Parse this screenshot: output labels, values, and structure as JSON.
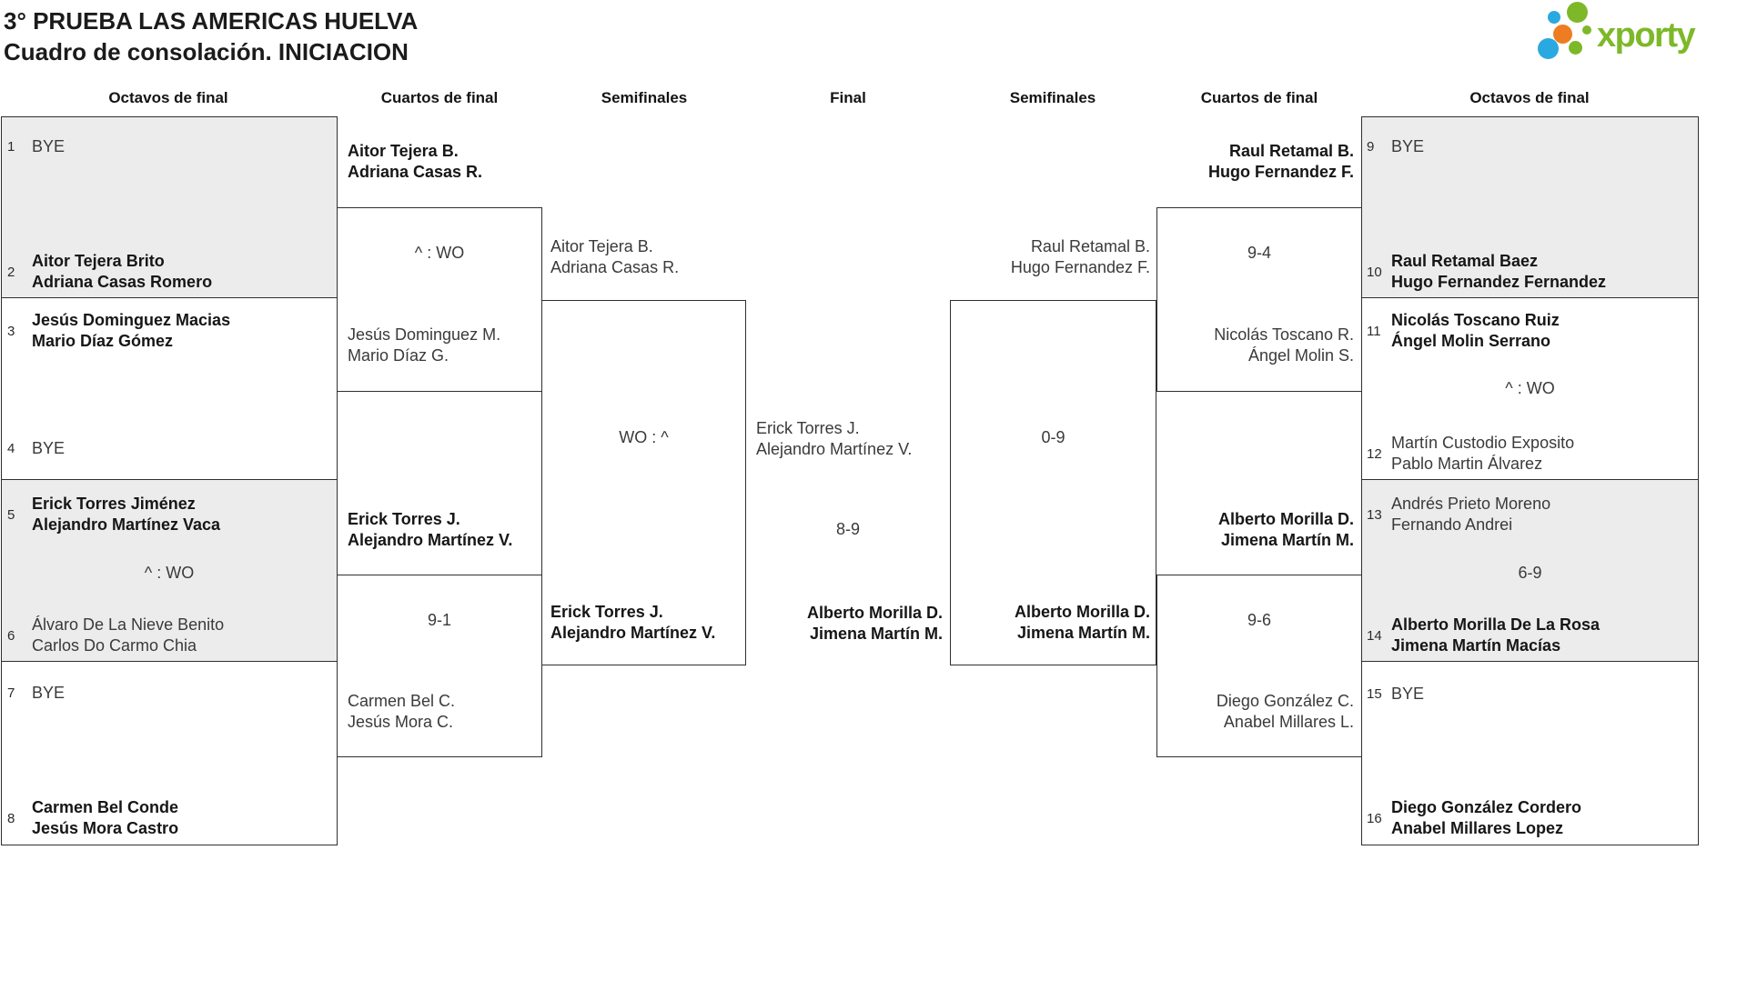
{
  "title": {
    "line1": "3° PRUEBA LAS AMERICAS HUELVA",
    "line2": "Cuadro de consolación. INICIACION"
  },
  "logo": {
    "text": "xporty"
  },
  "colors": {
    "brand_green": "#7db829",
    "brand_blue": "#2aa9e0",
    "brand_orange": "#ee7d21",
    "shaded_box": "#ececec",
    "line": "#2f2f2f"
  },
  "round_headers": [
    "Octavos de final",
    "Cuartos de final",
    "Semifinales",
    "Final",
    "Semifinales",
    "Cuartos de final",
    "Octavos de final"
  ],
  "octavos_left": [
    {
      "a": {
        "seed": "1",
        "line1": "BYE",
        "line2": "",
        "bold": false
      },
      "score": "",
      "b": {
        "seed": "2",
        "line1": "Aitor Tejera Brito",
        "line2": "Adriana Casas Romero",
        "bold": true
      }
    },
    {
      "a": {
        "seed": "3",
        "line1": "Jesús Dominguez Macias",
        "line2": "Mario Díaz Gómez",
        "bold": true
      },
      "score": "",
      "b": {
        "seed": "4",
        "line1": "BYE",
        "line2": "",
        "bold": false
      }
    },
    {
      "a": {
        "seed": "5",
        "line1": "Erick Torres Jiménez",
        "line2": "Alejandro Martínez Vaca",
        "bold": true
      },
      "score": "^ : WO",
      "b": {
        "seed": "6",
        "line1": "Álvaro De La Nieve Benito",
        "line2": "Carlos Do Carmo Chia",
        "bold": false
      }
    },
    {
      "a": {
        "seed": "7",
        "line1": "BYE",
        "line2": "",
        "bold": false
      },
      "score": "",
      "b": {
        "seed": "8",
        "line1": "Carmen Bel Conde",
        "line2": "Jesús Mora Castro",
        "bold": true
      }
    }
  ],
  "octavos_right": [
    {
      "a": {
        "seed": "9",
        "line1": "BYE",
        "line2": "",
        "bold": false
      },
      "score": "",
      "b": {
        "seed": "10",
        "line1": "Raul Retamal Baez",
        "line2": "Hugo Fernandez Fernandez",
        "bold": true
      }
    },
    {
      "a": {
        "seed": "11",
        "line1": "Nicolás Toscano Ruiz",
        "line2": "Ángel Molin Serrano",
        "bold": true
      },
      "score": "^ : WO",
      "b": {
        "seed": "12",
        "line1": "Martín Custodio Exposito",
        "line2": "Pablo Martin Álvarez",
        "bold": false
      }
    },
    {
      "a": {
        "seed": "13",
        "line1": "Andrés Prieto Moreno",
        "line2": "Fernando Andrei",
        "bold": false
      },
      "score": "6-9",
      "b": {
        "seed": "14",
        "line1": "Alberto Morilla De La Rosa",
        "line2": "Jimena Martín Macías",
        "bold": true
      }
    },
    {
      "a": {
        "seed": "15",
        "line1": "BYE",
        "line2": "",
        "bold": false
      },
      "score": "",
      "b": {
        "seed": "16",
        "line1": "Diego González Cordero",
        "line2": "Anabel Millares Lopez",
        "bold": true
      }
    }
  ],
  "cuartos_left": [
    {
      "a": {
        "line1": "Aitor Tejera B.",
        "line2": "Adriana Casas R.",
        "bold": true
      },
      "score": "^ : WO",
      "b": {
        "line1": "Jesús Dominguez M.",
        "line2": "Mario Díaz G.",
        "bold": false
      }
    },
    {
      "a": {
        "line1": "Erick Torres J.",
        "line2": "Alejandro Martínez V.",
        "bold": true
      },
      "score": "9-1",
      "b": {
        "line1": "Carmen Bel C.",
        "line2": "Jesús Mora C.",
        "bold": false
      }
    }
  ],
  "cuartos_right": [
    {
      "a": {
        "line1": "Raul Retamal B.",
        "line2": "Hugo Fernandez F.",
        "bold": true
      },
      "score": "9-4",
      "b": {
        "line1": "Nicolás Toscano R.",
        "line2": "Ángel Molin S.",
        "bold": false
      }
    },
    {
      "a": {
        "line1": "Alberto Morilla D.",
        "line2": "Jimena Martín M.",
        "bold": true
      },
      "score": "9-6",
      "b": {
        "line1": "Diego González C.",
        "line2": "Anabel Millares L.",
        "bold": false
      }
    }
  ],
  "semifinal_left": {
    "a": {
      "line1": "Aitor Tejera B.",
      "line2": "Adriana Casas R.",
      "bold": false
    },
    "score": "WO : ^",
    "b": {
      "line1": "Erick Torres J.",
      "line2": "Alejandro Martínez V.",
      "bold": true
    }
  },
  "semifinal_right": {
    "a": {
      "line1": "Raul Retamal B.",
      "line2": "Hugo Fernandez F.",
      "bold": false
    },
    "score": "0-9",
    "b": {
      "line1": "Alberto Morilla D.",
      "line2": "Jimena Martín M.",
      "bold": true
    }
  },
  "final": {
    "a": {
      "line1": "Erick Torres J.",
      "line2": "Alejandro Martínez V.",
      "bold": false
    },
    "score": "8-9",
    "b": {
      "line1": "Alberto Morilla D.",
      "line2": "Jimena Martín M.",
      "bold": true
    }
  }
}
